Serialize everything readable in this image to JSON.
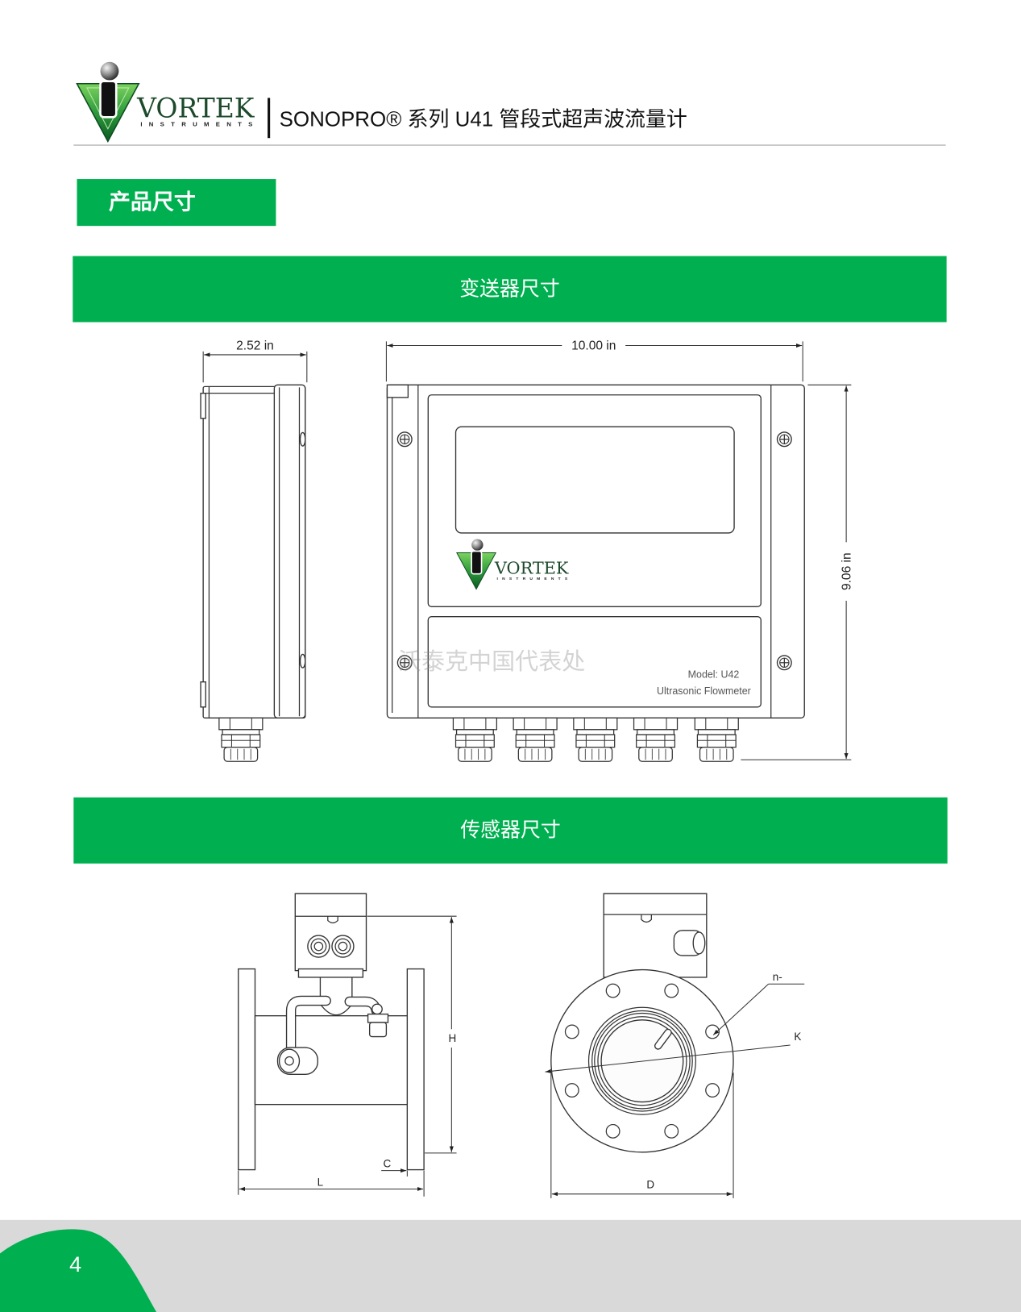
{
  "header": {
    "logo": {
      "brand": "VORTEK",
      "tagline": "INSTRUMENTS"
    },
    "title": "SONOPRO® 系列 U41 管段式超声波流量计"
  },
  "section": {
    "label": "产品尺寸"
  },
  "transmitter": {
    "banner": "变送器尺寸",
    "side_width": "2.52 in",
    "front_width": "10.00 in",
    "height": "9.06 in",
    "device_logo": {
      "brand": "VORTEK",
      "tagline": "INSTRUMENTS"
    },
    "model_label": "Model:  U42",
    "product_label": "Ultrasonic Flowmeter"
  },
  "watermark": "沃泰克中国代表处",
  "sensor": {
    "banner": "传感器尺寸",
    "labels": {
      "h": "H",
      "c": "C",
      "l": "L",
      "d": "D",
      "n": "n-",
      "k": "K"
    }
  },
  "footer": {
    "page_number": "4"
  },
  "colors": {
    "brand_green": "#00b050",
    "footer_gray": "#d9d9d9",
    "logo_dark_green": "#1e4a2c",
    "line": "#333333"
  }
}
